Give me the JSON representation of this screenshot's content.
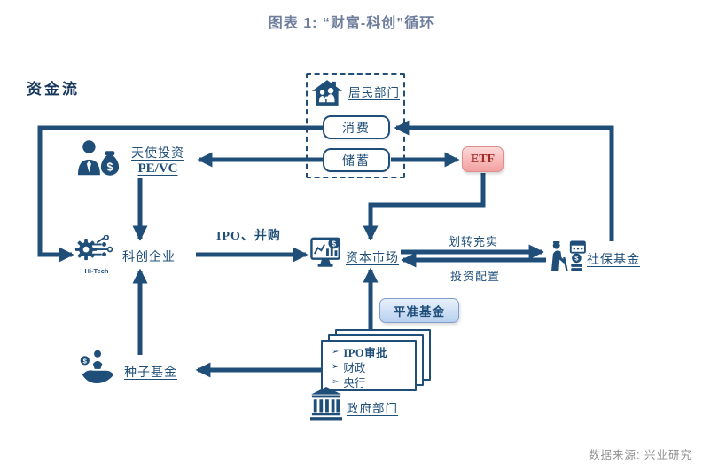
{
  "title": "图表 1: “财富-科创”循环",
  "flow_label": "资金流",
  "source": "数据来源: 兴业研究",
  "colors": {
    "navy": "#1F4E79",
    "title_gray": "#6e7e9c",
    "etf_fill_top": "#fdd8d8",
    "etf_fill_bottom": "#f2a0a0",
    "etf_text": "#9e2b25",
    "stab_fill_top": "#e9f1fb",
    "stab_fill_bottom": "#b7d0ef",
    "source_gray": "#8f8f8f"
  },
  "nodes": {
    "household": {
      "label": "居民部门",
      "icon": "house-family-icon"
    },
    "consumption": {
      "label": "消费"
    },
    "savings": {
      "label": "储蓄"
    },
    "etf": {
      "label": "ETF"
    },
    "angel": {
      "label_line1": "天使投资",
      "label_line2": "PE/VC",
      "icon": "investor-moneybag-icon"
    },
    "tech_firms": {
      "label": "科创企业",
      "icon": "hitech-gear-circuit-icon",
      "icon_caption": "Hi-Tech"
    },
    "capital_market": {
      "label": "资本市场",
      "icon": "monitor-chart-coin-icon"
    },
    "social_security": {
      "label": "社保基金",
      "icon": "elderly-calendar-coins-icon"
    },
    "stabilization_fund": {
      "label": "平准基金"
    },
    "seed_fund": {
      "label": "种子基金",
      "icon": "hand-sprout-coin-icon"
    },
    "government": {
      "label": "政府部门",
      "icon": "bank-building-icon",
      "bullet": "➢",
      "policy_items": [
        "IPO审批",
        "财政",
        "央行"
      ]
    }
  },
  "edges": {
    "ipo_ma": "IPO、并购",
    "transfer": "划转充实",
    "allocation": "投资配置"
  }
}
